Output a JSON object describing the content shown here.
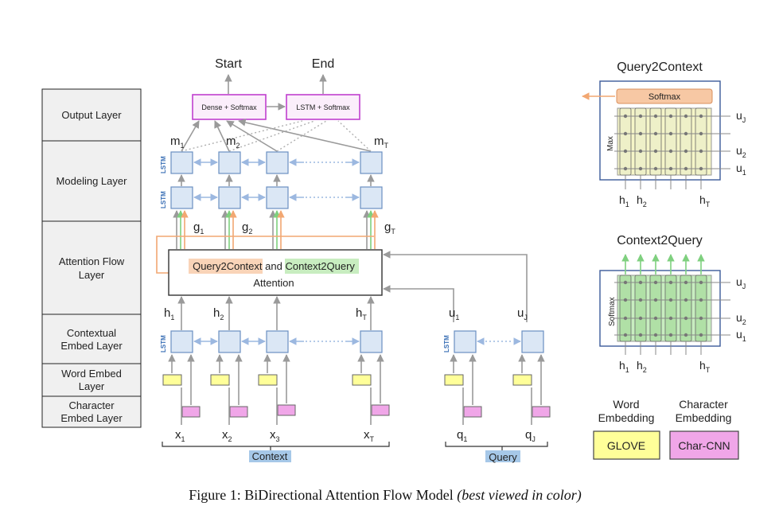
{
  "layers": {
    "output": "Output Layer",
    "modeling": "Modeling Layer",
    "attention_1": "Attention Flow",
    "attention_2": "Layer",
    "contextual_1": "Contextual",
    "contextual_2": "Embed Layer",
    "word_1": "Word Embed",
    "word_2": "Layer",
    "char_1": "Character",
    "char_2": "Embed Layer"
  },
  "output": {
    "start": "Start",
    "end": "End",
    "dense_softmax": "Dense + Softmax",
    "lstm_softmax": "LSTM + Softmax"
  },
  "lstm_label": "LSTM",
  "m": {
    "base": "m",
    "s1": "1",
    "s2": "2",
    "sT": "T"
  },
  "g": {
    "base": "g",
    "s1": "1",
    "s2": "2",
    "sT": "T"
  },
  "h": {
    "base": "h",
    "s1": "1",
    "s2": "2",
    "sT": "T"
  },
  "u": {
    "base": "u",
    "s1": "1",
    "sJ": "J",
    "s2": "2"
  },
  "x": {
    "base": "x",
    "s1": "1",
    "s2": "2",
    "s3": "3",
    "sT": "T"
  },
  "q": {
    "base": "q",
    "s1": "1",
    "sJ": "J"
  },
  "attention": {
    "q2c": "Query2Context",
    "and": "and",
    "c2q": "Context2Query",
    "line2": "Attention"
  },
  "context_label": "Context",
  "query_label": "Query",
  "q2c_panel": {
    "title": "Query2Context",
    "softmax": "Softmax",
    "max": "Max"
  },
  "c2q_panel": {
    "title": "Context2Query",
    "softmax": "Softmax"
  },
  "legend": {
    "word_1": "Word",
    "word_2": "Embedding",
    "char_1": "Character",
    "char_2": "Embedding",
    "glove": "GLOVE",
    "charcnn": "Char-CNN"
  },
  "caption": {
    "prefix": "Figure 1:",
    "text": "BiDirectional Attention Flow Model",
    "note": "(best viewed in color)"
  },
  "colors": {
    "lstm_fill": "#dbe7f5",
    "word_embed": "#ffff99",
    "char_embed": "#f0a6e8",
    "output_border": "#c03fcf",
    "softmax_orange": "#f7c8a4",
    "max_yellow": "#f5f5c8",
    "c2q_green": "#b8e6b0",
    "query_highlight": "#a6c8e8"
  }
}
